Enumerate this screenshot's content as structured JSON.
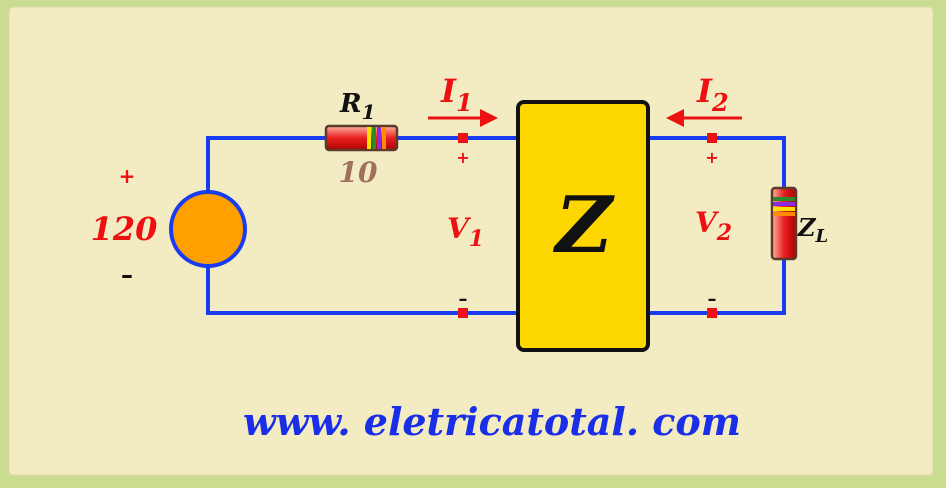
{
  "colors": {
    "panel_fill": "#f3ecc3",
    "panel_border": "#c9dc8f",
    "wire": "#1a3cf0",
    "source_fill": "#ffa000",
    "box_fill": "#ffd700",
    "arrow_red": "#ee1111",
    "value_brown": "#a0705a",
    "url_blue": "#1a2ee8"
  },
  "source": {
    "plus": "+",
    "minus": "–",
    "value": "120"
  },
  "resistor_r1": {
    "label": "R",
    "subscript": "1",
    "value": "10"
  },
  "current_1": {
    "label": "I",
    "subscript": "1"
  },
  "current_2": {
    "label": "I",
    "subscript": "2"
  },
  "port_1": {
    "plus": "+",
    "minus": "–",
    "voltage_label": "V",
    "voltage_subscript": "1"
  },
  "port_2": {
    "plus": "+",
    "minus": "–",
    "voltage_label": "V",
    "voltage_subscript": "2"
  },
  "network": {
    "label": "Z"
  },
  "load": {
    "label": "Z",
    "subscript": "L"
  },
  "footer": {
    "url": "www. eletricatotal. com"
  }
}
